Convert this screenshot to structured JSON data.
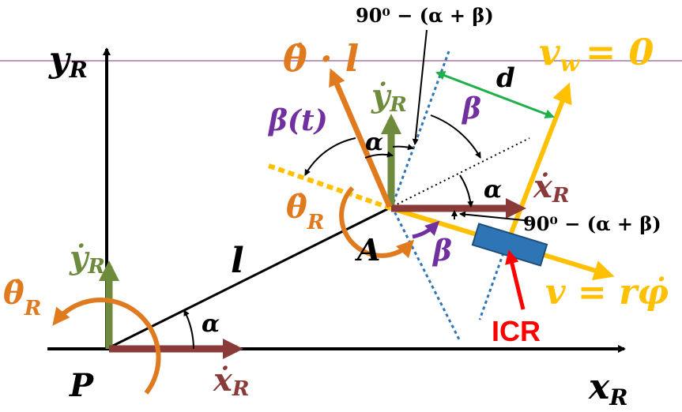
{
  "colors": {
    "black": "#000000",
    "orange": "#E07A1F",
    "green": "#6E8B3D",
    "maroon": "#8B3A3A",
    "yellow": "#FFC000",
    "purple": "#7030A0",
    "blue_dotted": "#2E75B6",
    "green_bright": "#1FAF4B",
    "red": "#FF0000",
    "wheel_blue": "#2E75B6",
    "faint_line": "#7B2D7B"
  },
  "labels": {
    "y_R": "y",
    "y_R_sub": "R",
    "x_R": "x",
    "x_R_sub": "R",
    "P": "P",
    "A": "A",
    "l": "l",
    "d": "d",
    "ICR": "ICR",
    "theta_l": "θ̇ · l",
    "ydot_R_left": "ẏ",
    "ydot_R_left_sub": "R",
    "ydot_R_top": "ẏ",
    "ydot_R_top_sub": "R",
    "thetadot_R_left": "θ̇",
    "thetadot_R_left_sub": "R",
    "thetadot_R_mid": "θ̇",
    "thetadot_R_mid_sub": "R",
    "xdot_R_bottom": "ẋ",
    "xdot_R_bottom_sub": "R",
    "xdot_R_right": "ẋ",
    "xdot_R_right_sub": "R",
    "v_w": "v",
    "v_w_sub": "w",
    "v_w_eq": "= 0",
    "v_eq": "v = rφ̇",
    "alpha_bottom": "α",
    "alpha_top": "α",
    "alpha_right": "α",
    "beta_t": "β(t)",
    "beta_top": "β",
    "beta_low": "β",
    "angle_top": "90⁰ − (α + β)",
    "angle_right": "90⁰ − (α + β)"
  }
}
